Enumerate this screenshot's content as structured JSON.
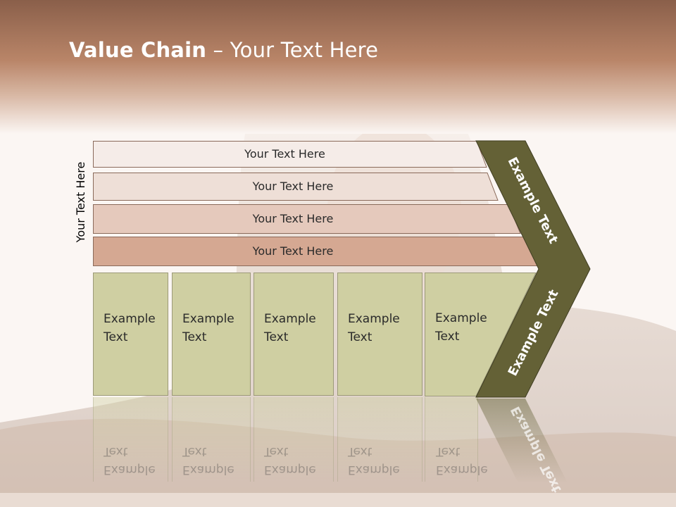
{
  "title": {
    "bold": "Value Chain",
    "rest": " – Your Text Here"
  },
  "side_label": "Your Text Here",
  "bars": [
    {
      "label": "Your Text Here"
    },
    {
      "label": "Your Text Here"
    },
    {
      "label": "Your Text Here"
    },
    {
      "label": "Your Text Here"
    }
  ],
  "boxes": [
    {
      "line1": "Example",
      "line2": "Text"
    },
    {
      "line1": "Example",
      "line2": "Text"
    },
    {
      "line1": "Example",
      "line2": "Text"
    },
    {
      "line1": "Example",
      "line2": "Text"
    },
    {
      "line1": "Example",
      "line2": "Text"
    }
  ],
  "chevron": {
    "upper_text": "Example Text",
    "lower_text": "Example Text"
  },
  "colors": {
    "header_top": "#8a5f4a",
    "header_mid": "#b98568",
    "bar_1": "#f5ece8",
    "bar_2": "#eedfd7",
    "bar_3": "#e5c9bc",
    "bar_4": "#d5a892",
    "box_fill": "#cfcfa2",
    "chevron_fill": "#646136"
  }
}
